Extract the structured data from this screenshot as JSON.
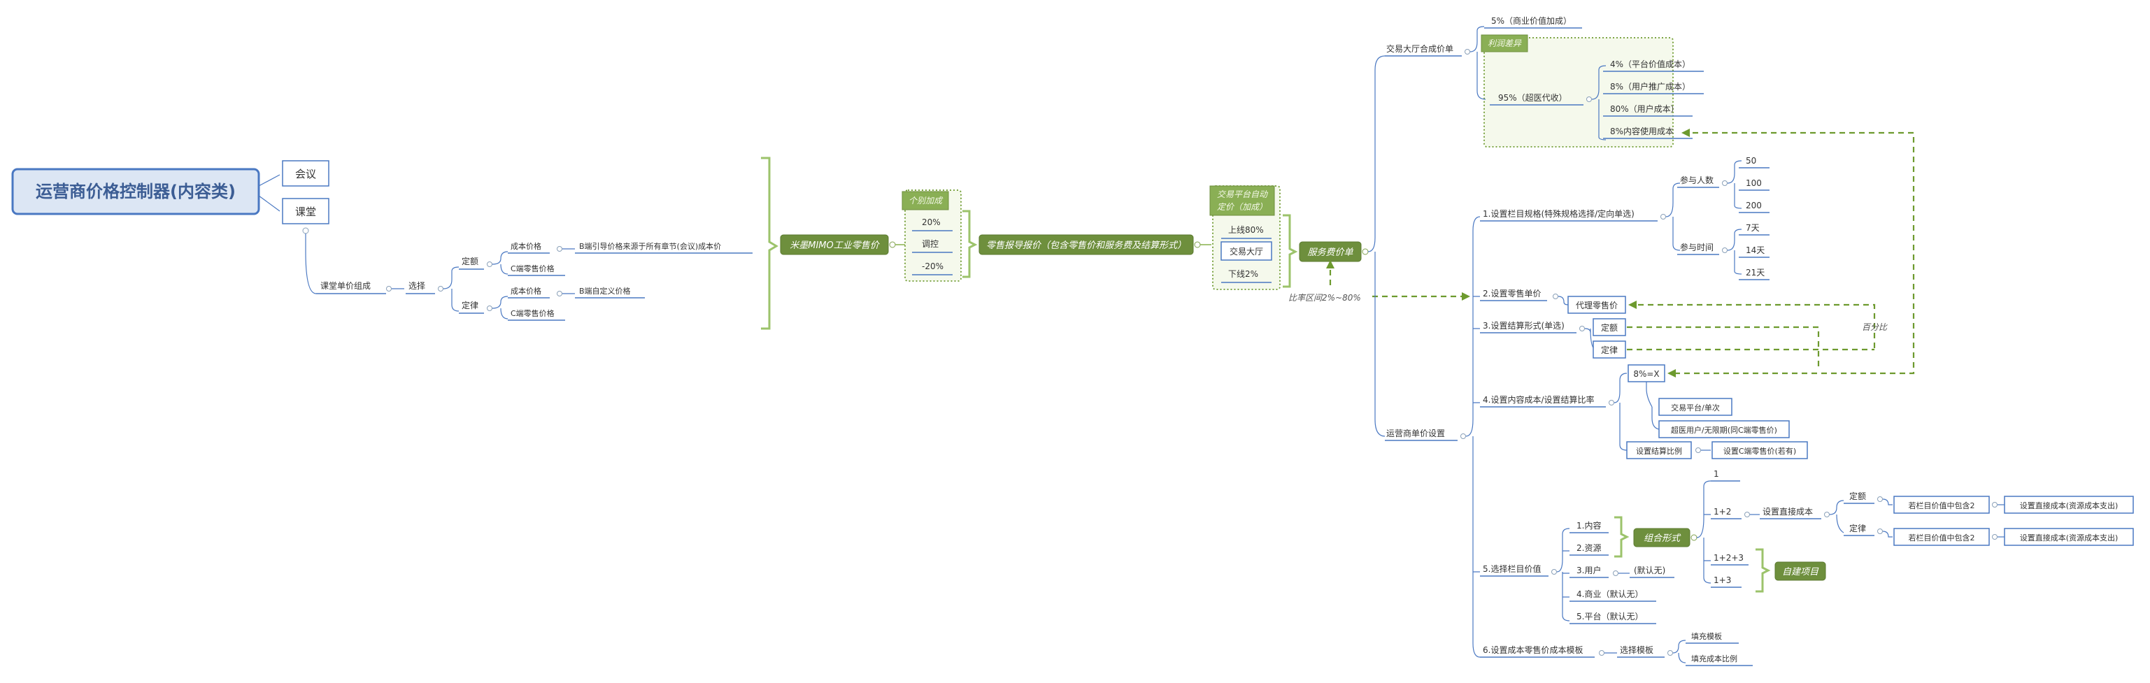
{
  "root": {
    "title": "运营商价格控制器(内容类)"
  },
  "top_branches": {
    "meeting": "会议",
    "classroom": "课堂"
  },
  "class_price": {
    "composition": "课堂单价组成",
    "select": "选择",
    "fixed": "定额",
    "ratio": "定律",
    "cost_price": "成本价格",
    "cost_price_note": "B端引导价格来源于所有章节(会议)成本价",
    "c_retail": "C端零售价格",
    "cost_price2": "成本价格",
    "cost_price2_note": "B端自定义价格",
    "c_retail2": "C端零售价格"
  },
  "mimo": {
    "label": "米墨MIMO工业零售价"
  },
  "personal_adjust": {
    "tag": "个别加成",
    "items": [
      "20%",
      "调控",
      "-20%"
    ]
  },
  "retail_quote": {
    "label": "零售报导报价（包含零售价和服务费及结算形式）"
  },
  "trade_float": {
    "tag_line1": "交易平台自动",
    "tag_line2": "定价（加成）",
    "items": [
      "上线80%",
      "交易大厅",
      "下线2%"
    ]
  },
  "service_fee": {
    "label": "服务费价单",
    "range_note": "比率区间2%~80%"
  },
  "hall": {
    "label": "交易大厅合成价单",
    "commercial": "5%（商业价值加成）",
    "tag": "利润差异",
    "ninety_five": "95%（超医代收）",
    "items": [
      "4%（平台价值成本）",
      "8%（用户推广成本）",
      "80%（用户成本）",
      "8%内容使用成本"
    ]
  },
  "ops": {
    "label": "运营商单价设置",
    "s1": "1.设置栏目规格(特殊规格选择/定向单选)",
    "participants": "参与人数",
    "participant_values": [
      "50",
      "100",
      "200"
    ],
    "duration": "参与时间",
    "duration_values": [
      "7天",
      "14天",
      "21天"
    ],
    "s2": "2.设置零售单价",
    "agent_retail": "代理零售价",
    "s3": "3.设置结算形式(单选)",
    "fixed": "定额",
    "ratio": "定律",
    "percent_label": "百分比",
    "s4": "4.设置内容成本/设置结算比率",
    "eight_x": "8%=X",
    "per_trade": "交易平台/单次",
    "super_user": "超医用户/无限期(同C端零售价)",
    "settle_ratio": "设置结算比例",
    "set_c_retail": "设置C端零售价(若有)",
    "s5": "5.选择栏目价值",
    "values": [
      "1.内容",
      "2.资源",
      "3.用户",
      "4.商业（默认无）",
      "5.平台（默认无）"
    ],
    "default_none": "(默认无)",
    "combo": "组合形式",
    "self_owned": "自建项目",
    "combos": [
      "1",
      "1+2",
      "1+2+3",
      "1+3"
    ],
    "direct_cost": "设置直接成本",
    "fixed2": "定额",
    "ratio2": "定律",
    "if_contains": "若栏目价值中包含2",
    "set_direct_cost": "设置直接成本(资源成本支出)",
    "s6": "6.设置成本零售价成本模板",
    "select_template": "选择模板",
    "fill_template": "填充模板",
    "fill_ratio": "填充成本比例"
  }
}
